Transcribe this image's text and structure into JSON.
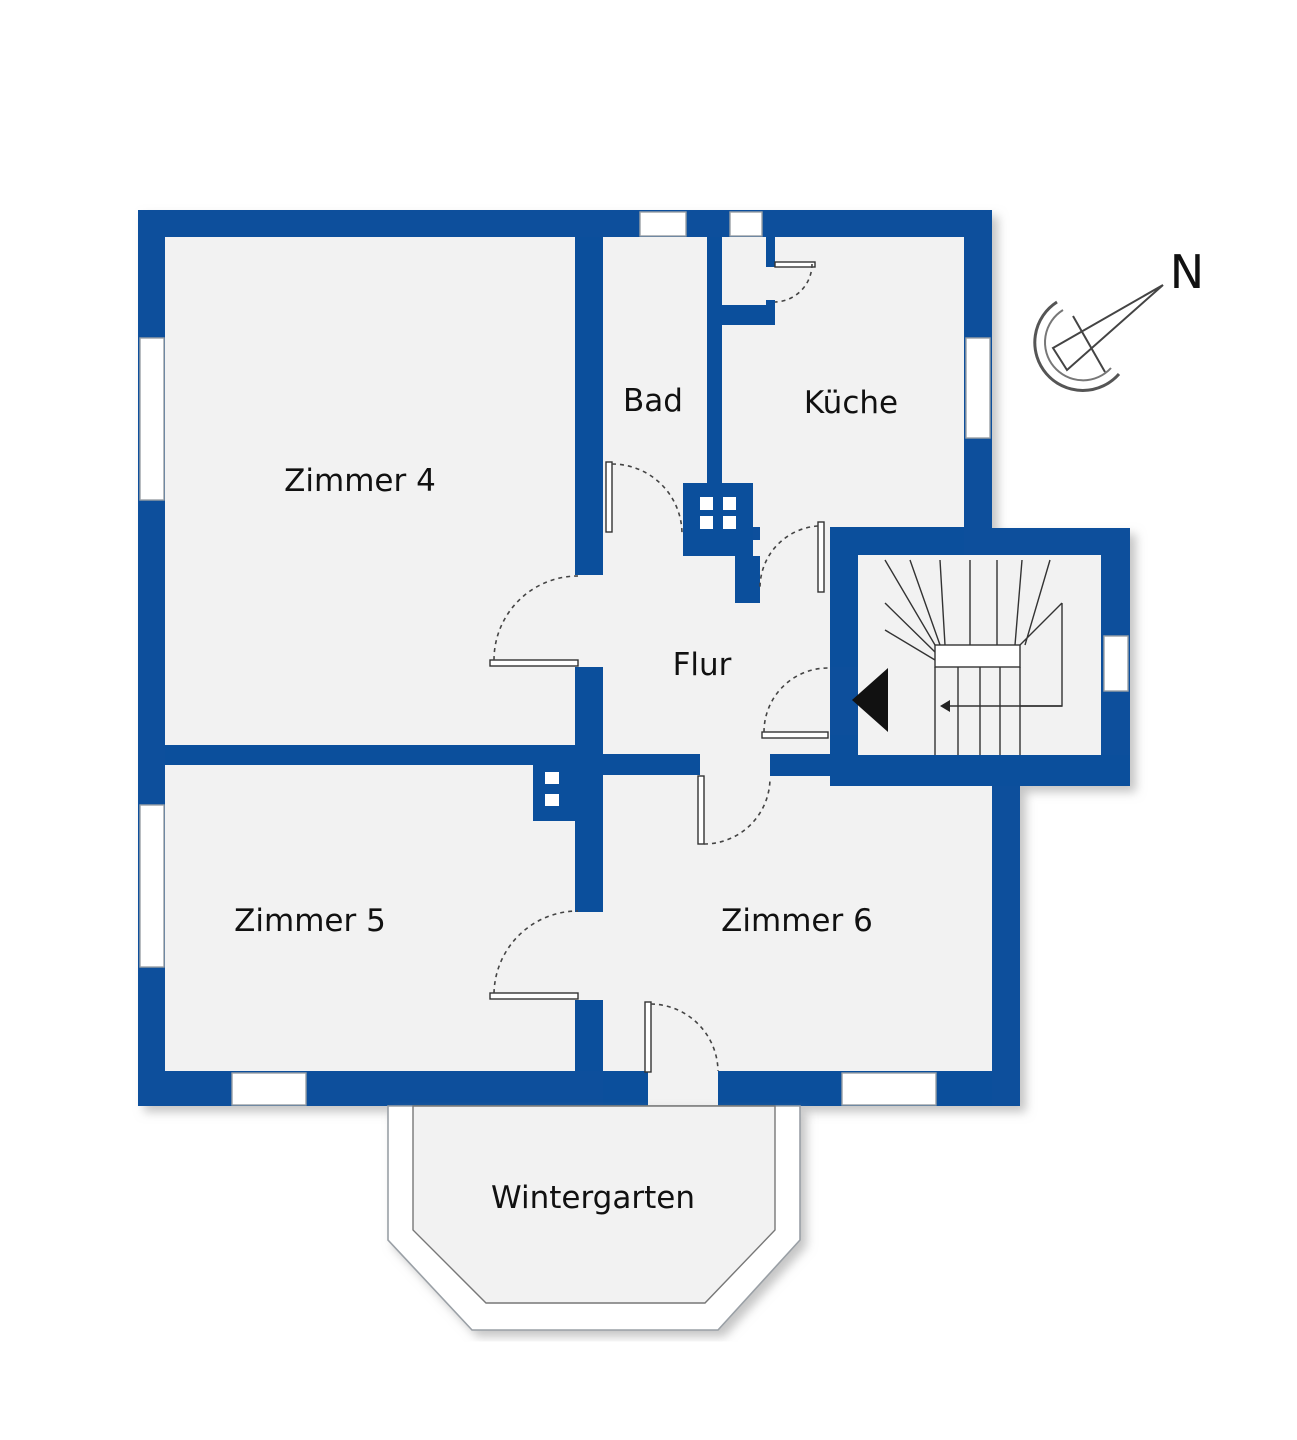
{
  "colors": {
    "wall": "#0b4f9c",
    "floor": "#f2f2f2",
    "shadow": "#b8b8b8",
    "background": "#ffffff"
  },
  "rooms": {
    "zimmer4": "Zimmer 4",
    "bad": "Bad",
    "kueche": "Küche",
    "flur": "Flur",
    "zimmer5": "Zimmer 5",
    "zimmer6": "Zimmer 6",
    "wintergarten": "Wintergarten"
  },
  "compass": {
    "label": "N",
    "icon": "north-arrow-icon"
  },
  "stairs": {
    "icon": "stair-direction-arrow-icon"
  }
}
